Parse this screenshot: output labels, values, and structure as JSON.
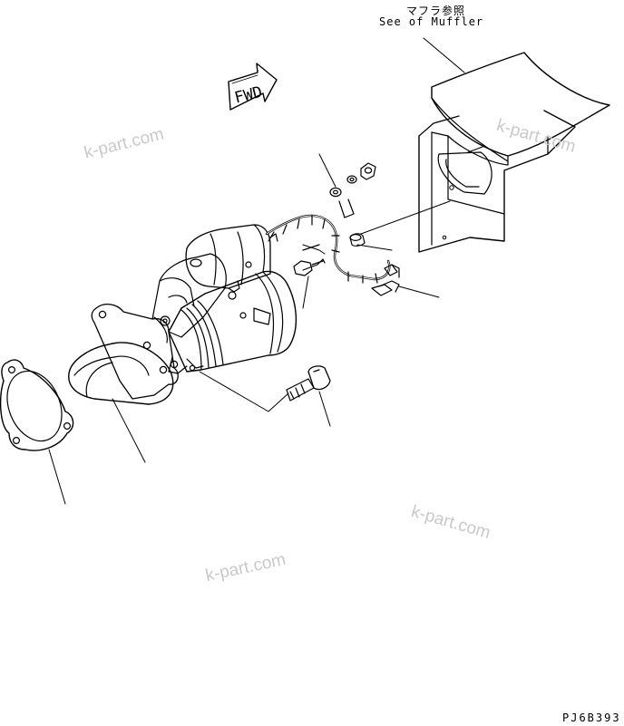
{
  "reference": {
    "japanese": "マフラ参照",
    "english": "See of Muffler"
  },
  "fwd_arrow": {
    "label": "FWD"
  },
  "watermarks": [
    "k-part.com",
    "k-part.com",
    "k-part.com",
    "k-part.com"
  ],
  "drawing_code": "PJ6B393"
}
